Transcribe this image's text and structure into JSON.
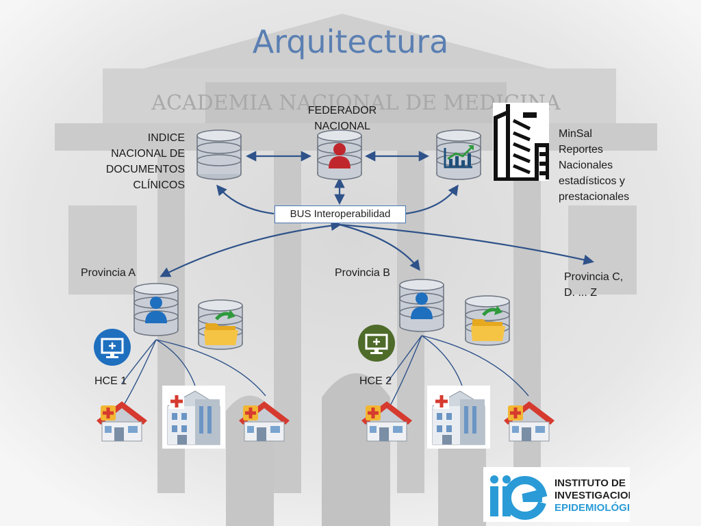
{
  "title": "Arquitectura",
  "nodes": {
    "indice": "INDICE NACIONAL DE DOCUMENTOS CLÍNICOS",
    "federador_1": "FEDERADOR",
    "federador_2": "NACIONAL",
    "minsal_1": "MinSal",
    "minsal_2": "Reportes",
    "minsal_3": "Nacionales",
    "minsal_4": "estadísticos y",
    "minsal_5": "prestacionales",
    "bus": "BUS Interoperabilidad",
    "provincia_a": "Provincia A",
    "provincia_b": "Provincia B",
    "provincia_c_1": "Provincia C,",
    "provincia_c_2": "D. ... Z",
    "hce1": "HCE 1",
    "hce2": "HCE 2"
  },
  "background_text": "ACADEMIA NACIONAL DE MEDICINA",
  "logo": {
    "letters": "iie",
    "line1": "INSTITUTO DE",
    "line2": "INVESTIGACIONES",
    "line3": "EPIDEMIOLÓGICAS"
  },
  "colors": {
    "title": "#5a7fb2",
    "arrow": "#2e5289",
    "db_light": "#cfd5dd",
    "db_dark": "#7d8591",
    "user_red": "#c0272d",
    "user_blue": "#1f6fbf",
    "monitor_blue": "#1f6fbf",
    "monitor_green": "#4e6b2a",
    "logo_blue": "#2a9bd6"
  }
}
